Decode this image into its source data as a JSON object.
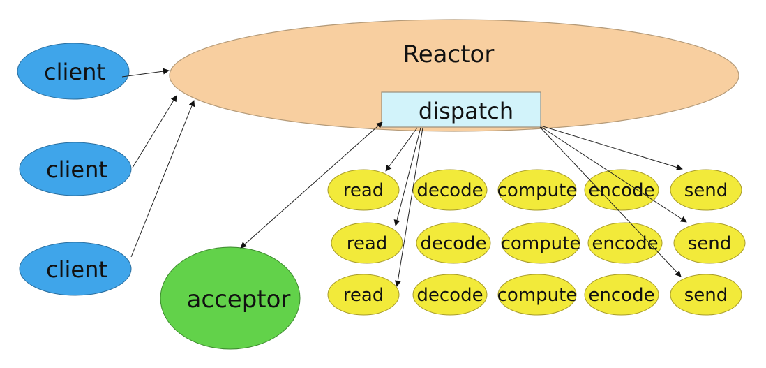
{
  "reactor": {
    "label": "Reactor",
    "color": "#f8cfa0"
  },
  "dispatch": {
    "label": "dispatch",
    "color": "#d2f3fa"
  },
  "clients": [
    {
      "label": "client"
    },
    {
      "label": "client"
    },
    {
      "label": "client"
    }
  ],
  "client_color": "#3fa5ea",
  "acceptor": {
    "label": "acceptor",
    "color": "#62d24a"
  },
  "handler_color": "#f2ea3a",
  "handlers": [
    [
      "read",
      "decode",
      "compute",
      "encode",
      "send"
    ],
    [
      "read",
      "decode",
      "compute",
      "encode",
      "send"
    ],
    [
      "read",
      "decode",
      "compute",
      "encode",
      "send"
    ]
  ]
}
